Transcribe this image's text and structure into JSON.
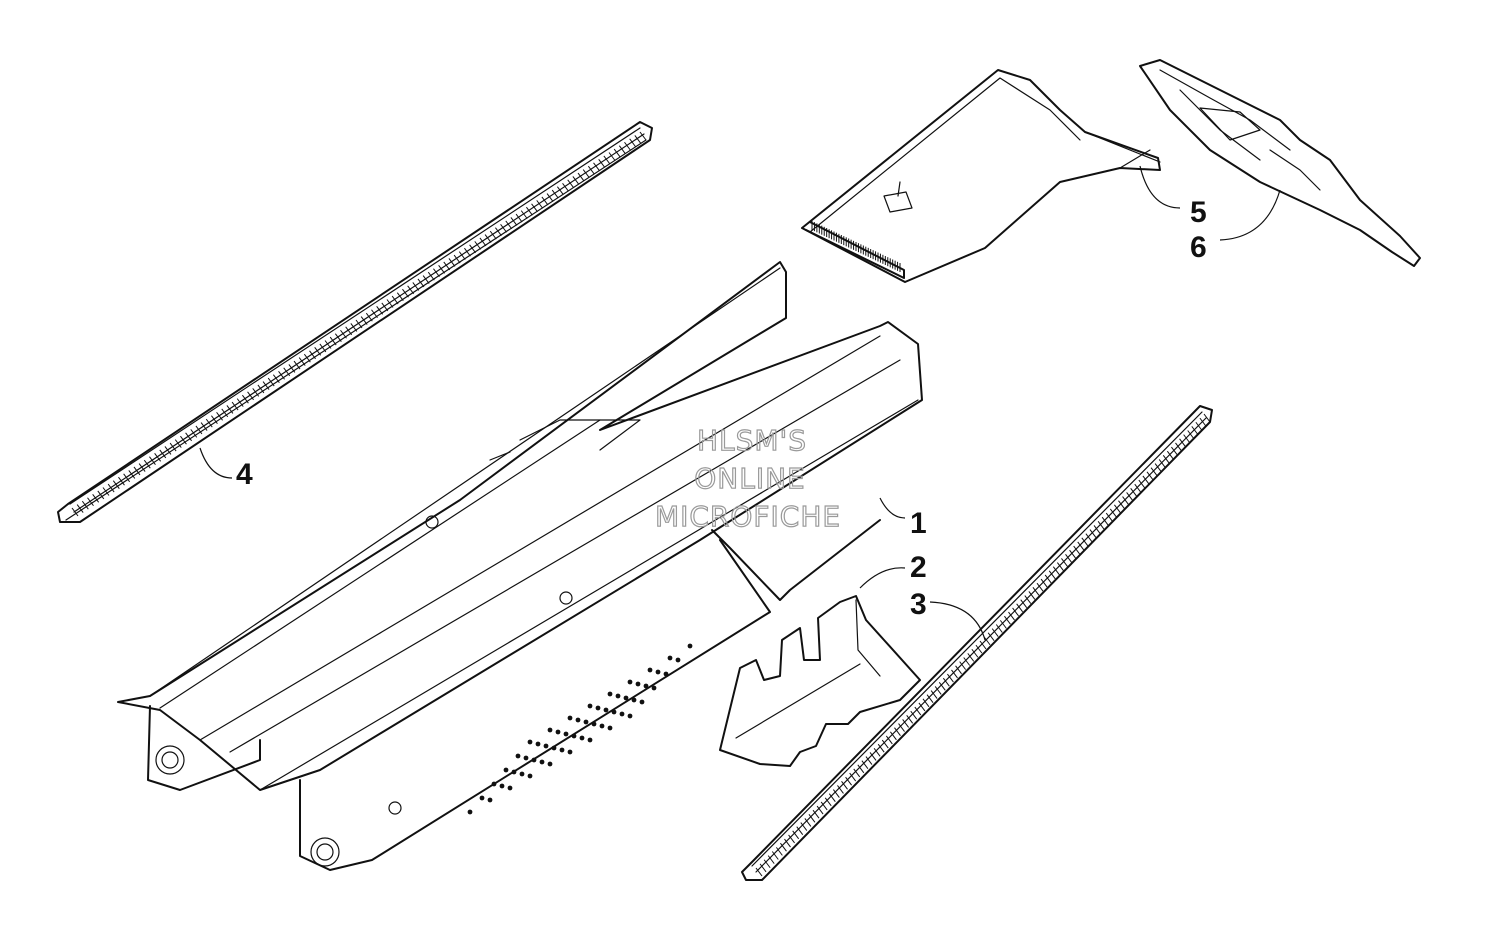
{
  "callouts": [
    "1",
    "2",
    "3",
    "4",
    "5",
    "6"
  ],
  "watermark": [
    "HLSM'S",
    "ONLINE",
    "MICROFICHE"
  ],
  "colors": {
    "ink": "#111111",
    "watermark": "#9a9a9a",
    "background": "#ffffff"
  }
}
